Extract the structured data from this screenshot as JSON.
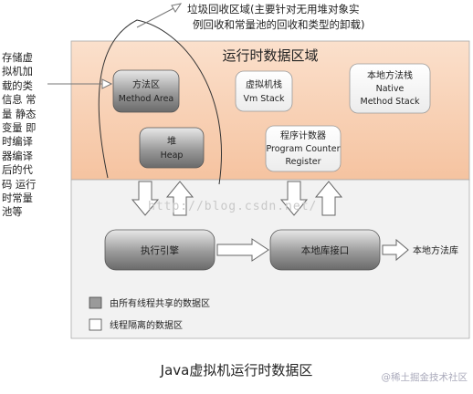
{
  "gc_note": {
    "line1": "垃圾回收区域(主要针对无用堆对象实",
    "line2": "例回收和常量池的回收和类型的卸载)"
  },
  "side_note": [
    "存储虚",
    "拟机加",
    "载的类",
    "信息 常",
    "量 静态",
    "变量 即",
    "时编译",
    "器编译",
    "后的代",
    "码 运行",
    "时常量",
    "池等"
  ],
  "runtime_area": {
    "title": "运行时数据区域"
  },
  "method_area": {
    "line1": "方法区",
    "line2": "Method Area"
  },
  "heap": {
    "line1": "堆",
    "line2": "Heap"
  },
  "vm_stack": {
    "line1": "虚拟机栈",
    "line2": "Vm Stack"
  },
  "native_stack": {
    "line1": "本地方法栈",
    "line2": "Native",
    "line3": "Method Stack"
  },
  "pc_register": {
    "line1": "程序计数器",
    "line2": "Program Counter",
    "line3": "Register"
  },
  "execution_engine": {
    "label": "执行引擎"
  },
  "native_interface": {
    "label": "本地库接口"
  },
  "native_library": {
    "label": "本地方法库"
  },
  "legend": {
    "shared": "由所有线程共享的数据区",
    "isolated": "线程隔离的数据区"
  },
  "caption": "Java虚拟机运行时数据区",
  "watermark_url": "http://blog.csdn.net/",
  "watermark_brand": "@稀土掘金技术社区",
  "colors": {
    "runtime_bg": "#f7c9a8",
    "lower_bg": "#f2f2f2",
    "shared_fill": "#9a9a9a",
    "isolated_fill": "#ffffff"
  }
}
